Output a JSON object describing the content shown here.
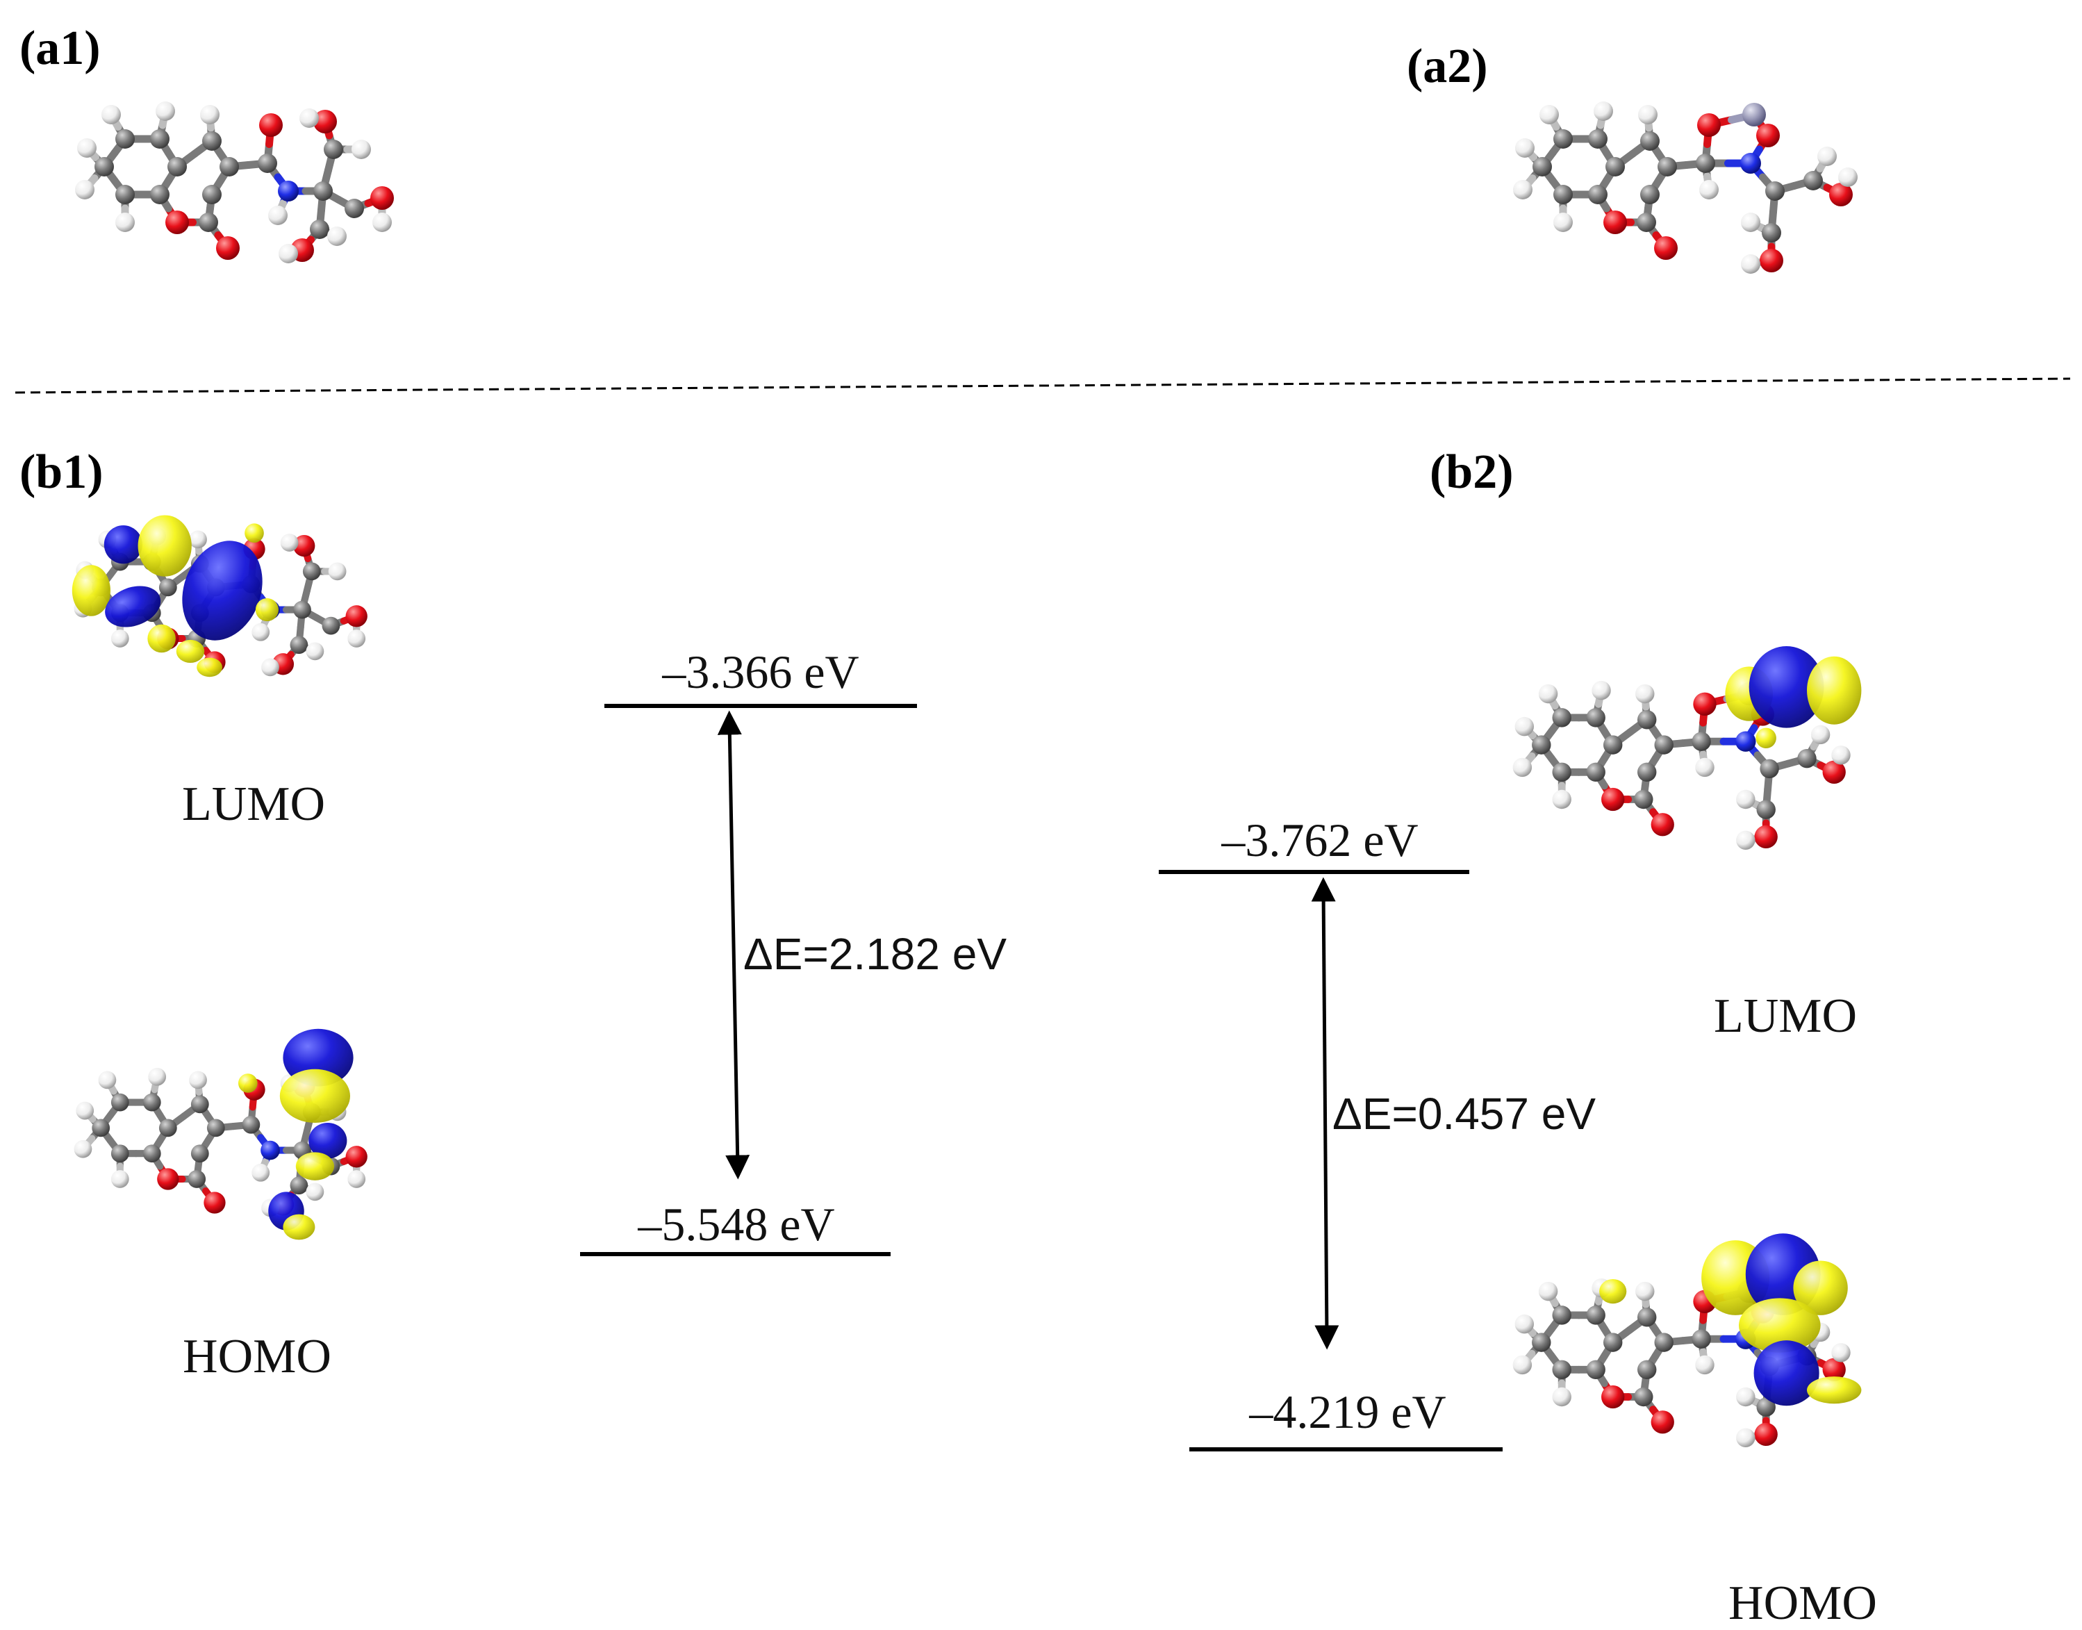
{
  "panels": {
    "a1": "(a1)",
    "a2": "(a2)",
    "b1": "(b1)",
    "b2": "(b2)"
  },
  "b1": {
    "lumo": {
      "name": "LUMO",
      "energy": "–3.366 eV"
    },
    "homo": {
      "name": "HOMO",
      "energy": "–5.548 eV"
    },
    "gap": "ΔE=2.182 eV"
  },
  "b2": {
    "lumo": {
      "name": "LUMO",
      "energy": "–3.762 eV"
    },
    "homo": {
      "name": "HOMO",
      "energy": "–4.219 eV"
    },
    "gap": "ΔE=0.457 eV"
  },
  "colors": {
    "carbon": "#7a7a7a",
    "hydrogen": "#f2f2f2",
    "oxygen": "#e8101a",
    "nitrogen": "#1f2ee6",
    "metal": "#9a9ab8",
    "lobe_positive": "#f5f51a",
    "lobe_negative": "#1414d8"
  }
}
